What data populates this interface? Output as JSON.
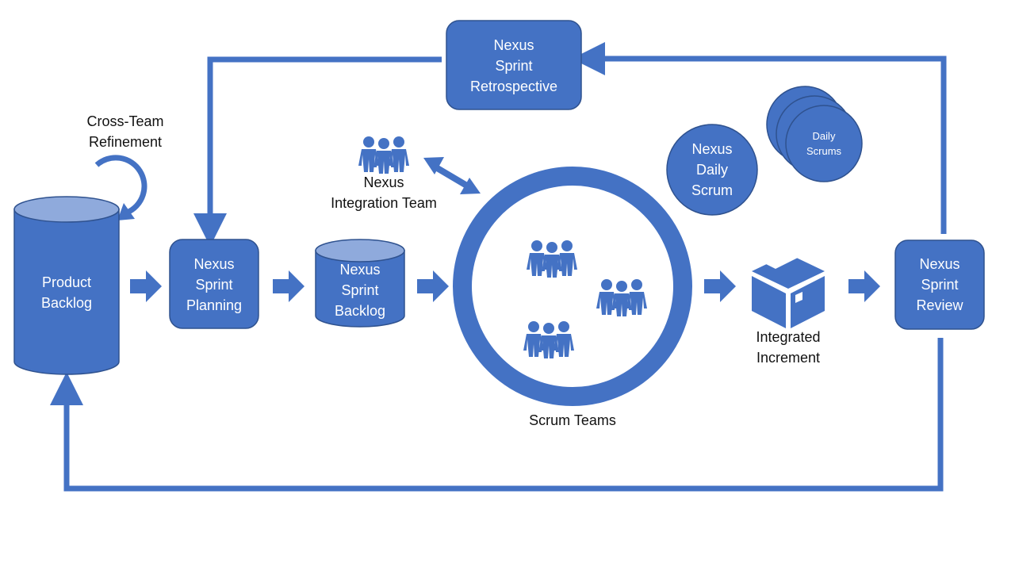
{
  "colors": {
    "primary": "#4472C4",
    "primary_light": "#8FAADC",
    "border": "#2F528F",
    "arrow": "#4472C4"
  },
  "nodes": {
    "product_backlog": {
      "lines": [
        "Product",
        "Backlog"
      ],
      "shape": "cylinder"
    },
    "sprint_planning": {
      "lines": [
        "Nexus",
        "Sprint",
        "Planning"
      ],
      "shape": "rounded-rect"
    },
    "sprint_backlog": {
      "lines": [
        "Nexus",
        "Sprint",
        "Backlog"
      ],
      "shape": "cylinder"
    },
    "sprint_retrospective": {
      "lines": [
        "Nexus",
        "Sprint",
        "Retrospective"
      ],
      "shape": "rounded-rect"
    },
    "sprint_review": {
      "lines": [
        "Nexus",
        "Sprint",
        "Review"
      ],
      "shape": "rounded-rect"
    },
    "nexus_daily_scrum": {
      "lines": [
        "Nexus",
        "Daily",
        "Scrum"
      ],
      "shape": "circle"
    },
    "daily_scrums": {
      "lines": [
        "Daily",
        "Scrums"
      ],
      "shape": "stacked-circles"
    }
  },
  "labels": {
    "cross_team_refinement": [
      "Cross-Team",
      "Refinement"
    ],
    "nexus_integration_team": [
      "Nexus",
      "Integration Team"
    ],
    "scrum_teams": "Scrum Teams",
    "integrated_increment": [
      "Integrated",
      "Increment"
    ]
  },
  "icons": {
    "team": "people-group-icon",
    "increment": "box-icon",
    "refinement": "circular-arrow-icon"
  }
}
